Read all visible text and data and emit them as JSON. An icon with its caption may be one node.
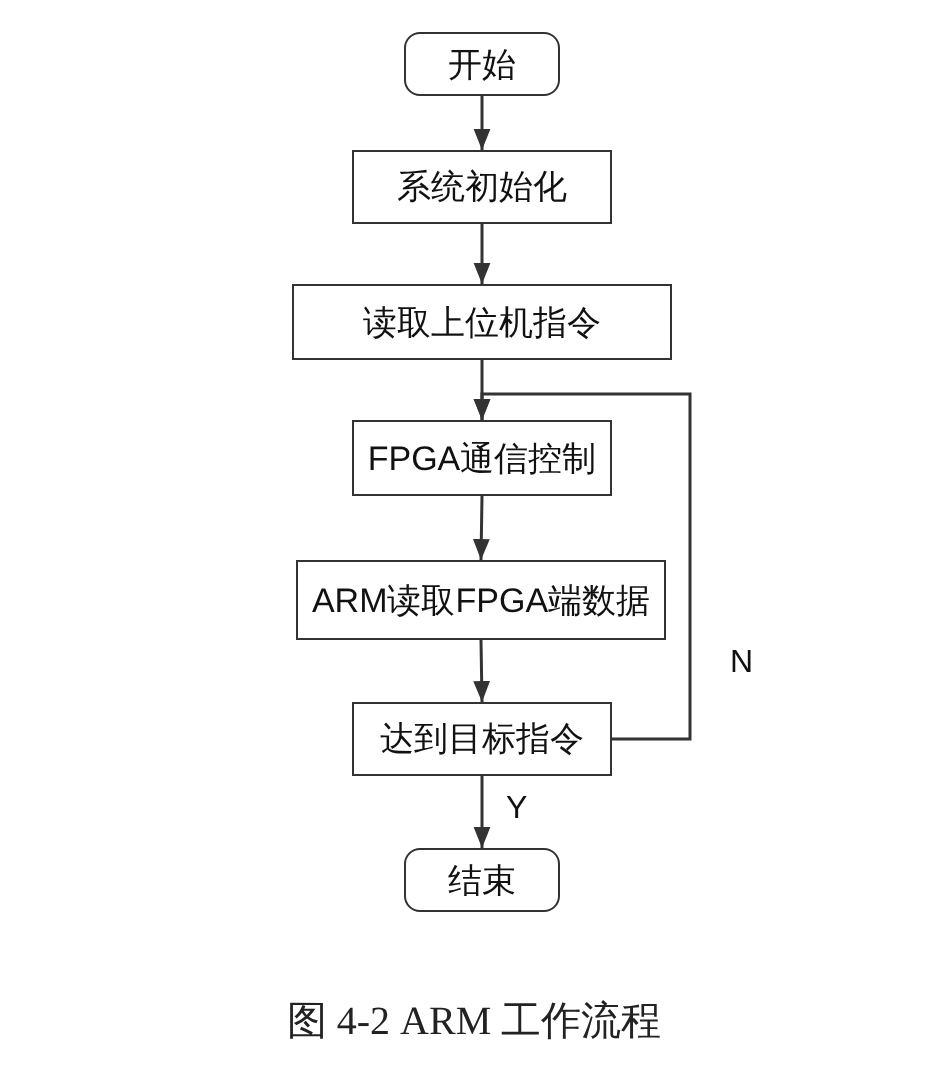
{
  "diagram": {
    "caption": "图 4-2 ARM 工作流程",
    "nodes": [
      {
        "text": [
          "开始"
        ]
      },
      {
        "text": [
          "系统初始化"
        ]
      },
      {
        "text": [
          "读取上位机指令"
        ]
      },
      {
        "text": [
          "FPGA通信控制"
        ]
      },
      {
        "text": [
          "ARM读取FPGA端数据"
        ]
      },
      {
        "text": [
          "达到目标指令"
        ]
      },
      {
        "text": [
          "结束"
        ]
      }
    ],
    "edges": [
      {
        "from": 0,
        "to": 1,
        "arrow": "to"
      },
      {
        "from": 1,
        "to": 2,
        "arrow": "to"
      },
      {
        "from": 2,
        "to": 3,
        "arrow": "to"
      },
      {
        "from": 3,
        "to": 4,
        "arrow": "to"
      },
      {
        "from": 4,
        "to": 5,
        "arrow": "to"
      },
      {
        "from": 5,
        "to": 6,
        "arrow": "to",
        "label": "Y"
      },
      {
        "from": 5,
        "to": 3,
        "arrow": "to",
        "label": "N"
      }
    ]
  }
}
